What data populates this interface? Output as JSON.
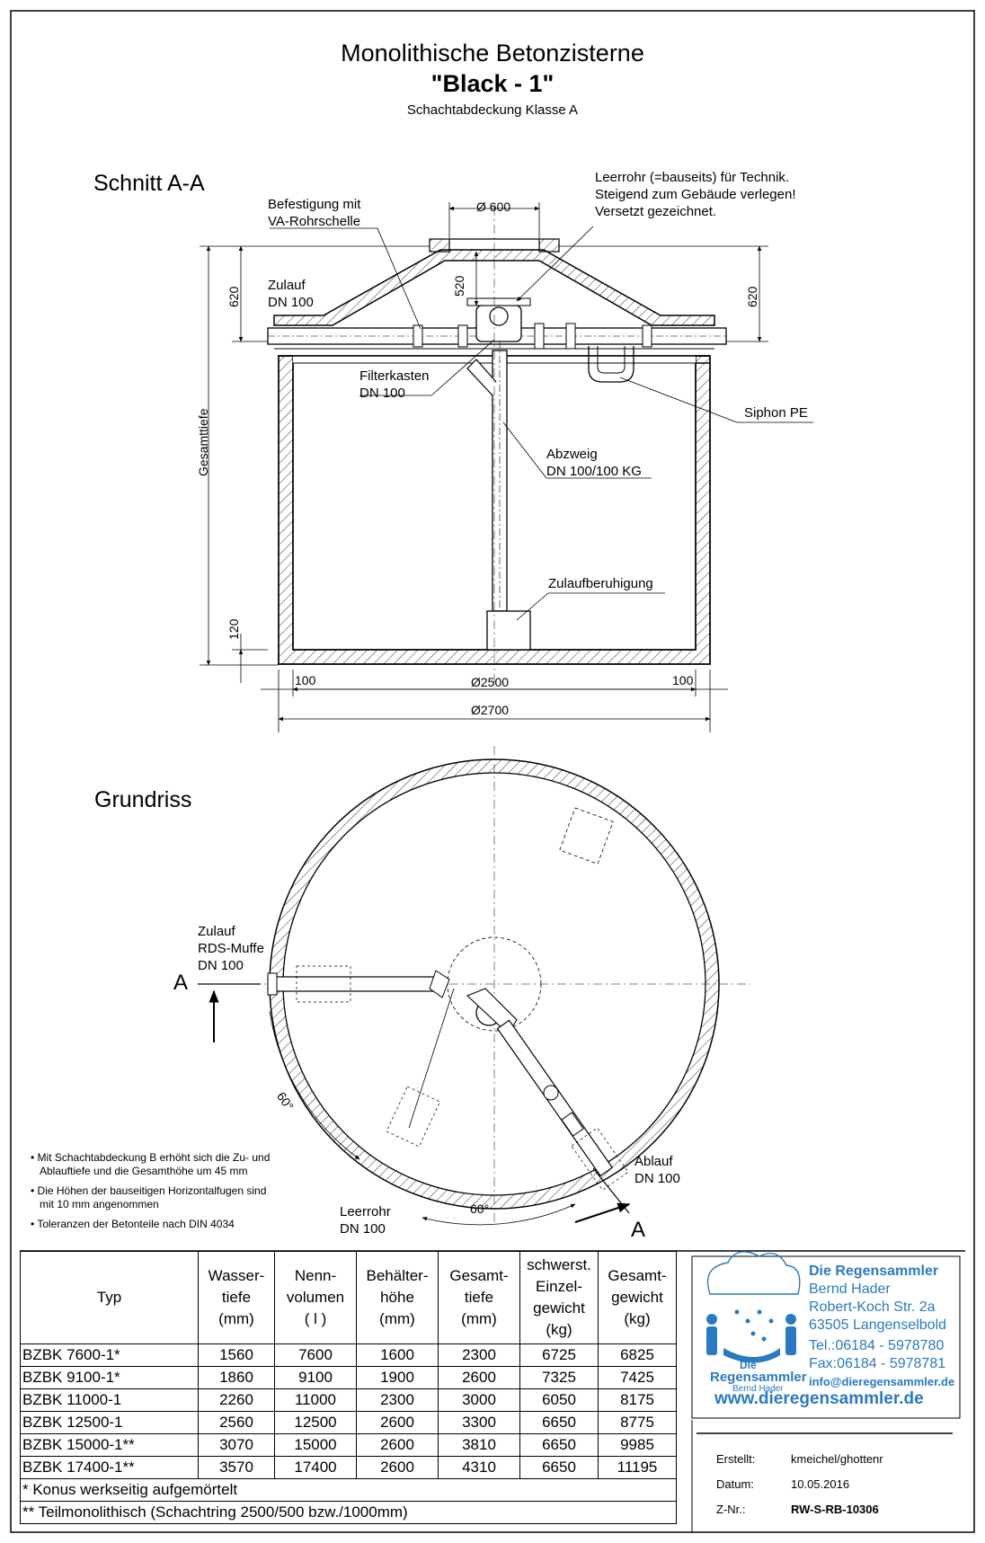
{
  "header": {
    "title": "Monolithische Betonzisterne",
    "model": "\"Black - 1\"",
    "subtitle": "Schachtabdeckung Klasse A"
  },
  "section": {
    "title": "Schnitt A-A",
    "labels": {
      "befestigung_1": "Befestigung mit",
      "befestigung_2": "VA-Rohrschelle",
      "leerrohr_1": "Leerrohr (=bauseits) für Technik.",
      "leerrohr_2": "Steigend zum Gebäude verlegen!",
      "leerrohr_3": "Versetzt gezeichnet.",
      "zulauf_1": "Zulauf",
      "zulauf_2": "DN 100",
      "filter_1": "Filterkasten",
      "filter_2": "DN 100",
      "siphon": "Siphon PE",
      "abzweig_1": "Abzweig",
      "abzweig_2": "DN 100/100 KG",
      "beruhigung": "Zulaufberuhigung",
      "gesamttiefe": "Gesamttiefe"
    },
    "dims": {
      "d600": "Ø 600",
      "h620_left": "620",
      "h520": "520",
      "h620_right": "620",
      "h120": "120",
      "w100_left": "100",
      "d2500": "Ø2500",
      "w100_right": "100",
      "d2700": "Ø2700"
    }
  },
  "plan": {
    "title": "Grundriss",
    "labels": {
      "zulauf_1": "Zulauf",
      "zulauf_2": "RDS-Muffe",
      "zulauf_3": "DN 100",
      "a_left": "A",
      "a_right": "A",
      "angle_left": "60°",
      "angle_bottom": "60°",
      "ablauf_1": "Ablauf",
      "ablauf_2": "DN 100",
      "leerrohr_1": "Leerrohr",
      "leerrohr_2": "DN 100"
    }
  },
  "notes": [
    {
      "l1": "Mit Schachtabdeckung B erhöht sich  die Zu- und",
      "l2": "Ablauftiefe und die Gesamthöhe  um 45 mm"
    },
    {
      "l1": "Die Höhen der bauseitigen Horizontalfugen  sind",
      "l2": "mit 10 mm angenommen"
    },
    {
      "l1": "Toleranzen der Betonteile nach DIN 4034",
      "l2": ""
    }
  ],
  "table": {
    "headers": [
      "Typ",
      "Wasser-\ntiefe\n(mm)",
      "Nenn-\nvolumen\n( l )",
      "Behälter-\nhöhe\n(mm)",
      "Gesamt-\ntiefe\n(mm)",
      "schwerst.\nEinzel-\ngewicht\n(kg)",
      "Gesamt-\ngewicht\n(kg)"
    ],
    "rows": [
      [
        "BZBK 7600-1*",
        "1560",
        "7600",
        "1600",
        "2300",
        "6725",
        "6825"
      ],
      [
        "BZBK 9100-1*",
        "1860",
        "9100",
        "1900",
        "2600",
        "7325",
        "7425"
      ],
      [
        "BZBK 11000-1",
        "2260",
        "11000",
        "2300",
        "3000",
        "6050",
        "8175"
      ],
      [
        "BZBK 12500-1",
        "2560",
        "12500",
        "2600",
        "3300",
        "6650",
        "8775"
      ],
      [
        "BZBK 15000-1**",
        "3070",
        "15000",
        "2600",
        "3810",
        "6650",
        "9985"
      ],
      [
        "BZBK 17400-1**",
        "3570",
        "17400",
        "2600",
        "4310",
        "6650",
        "11195"
      ]
    ],
    "footnotes": [
      "* Konus werkseitig aufgemörtelt",
      "** Teilmonolithisch (Schachtring 2500/500 bzw./1000mm)"
    ]
  },
  "company": {
    "name": "Die Regensammler",
    "person": "Bernd Hader",
    "street": "Robert-Koch Str. 2a",
    "city": "63505 Langenselbold",
    "tel": "Tel.:06184 - 5978780",
    "fax": "Fax:06184 - 5978781",
    "email": "info@dieregensammler.de",
    "web": "www.dieregensammler.de",
    "logo_text_1": "Die",
    "logo_text_2": "Regensammler",
    "logo_text_3": "Bernd Hader"
  },
  "meta": {
    "erstellt_label": "Erstellt:",
    "erstellt_value": "kmeichel/ghottenr",
    "datum_label": "Datum:",
    "datum_value": "10.05.2016",
    "znr_label": "Z-Nr.:",
    "znr_value": "RW-S-RB-10306"
  }
}
